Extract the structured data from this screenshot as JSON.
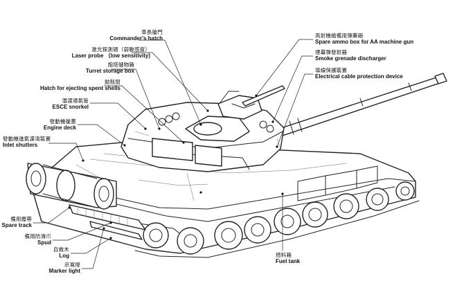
{
  "labels": {
    "commanders_hatch": {
      "zh": "車長艙門",
      "en": "Commander's hatch"
    },
    "laser_probe": {
      "zh": "激光探測頭（弱敏感度）",
      "en": "Laser probe （low sensitivity)"
    },
    "turret_storage_box": {
      "zh": "炮塔儲物箱",
      "en": "Turret storage box"
    },
    "hatch_spent_shells": {
      "zh": "拋殼窗",
      "en": "Hatch for ejecting spent shells"
    },
    "esce_snorkel": {
      "zh": "潛渡通氣管",
      "en": "ESCE snorkel"
    },
    "engine_deck": {
      "zh": "發動機艙蓋",
      "en": "Engine deck"
    },
    "inlet_shutters": {
      "zh": "發動機進氣濾清裝置",
      "en": "Inlet shutters"
    },
    "spare_ammo_box": {
      "zh": "高射機槍備用彈藥箱",
      "en": "Spare ammo box for AA machine gun"
    },
    "smoke_grenade": {
      "zh": "煙幕彈發射器",
      "en": "Smoke grenade discharger"
    },
    "cable_protection": {
      "zh": "導線保護裝置",
      "en": "Electrical cable protection device"
    },
    "spare_track": {
      "zh": "備用履帶",
      "en": "Spare track"
    },
    "spud": {
      "zh": "備用防滑爪",
      "en": "Spud"
    },
    "log": {
      "zh": "自救木",
      "en": "Log"
    },
    "marker_light": {
      "zh": "示寬燈",
      "en": "Marker light"
    },
    "fuel_tank": {
      "zh": "燃料箱",
      "en": "Fuel tank"
    }
  }
}
